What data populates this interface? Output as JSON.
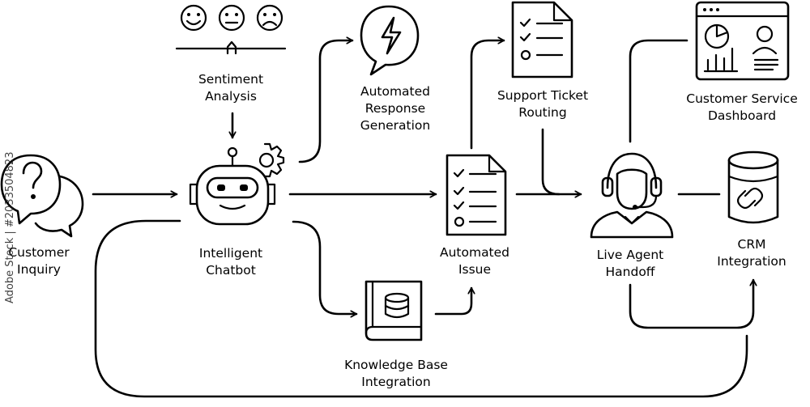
{
  "nodes": {
    "customer_inquiry": [
      "Customer",
      "Inquiry"
    ],
    "sentiment_analysis": [
      "Sentiment",
      "Analysis"
    ],
    "intelligent_chatbot": [
      "Intelligent",
      "Chatbot"
    ],
    "automated_response": [
      "Automated",
      "Response",
      "Generation"
    ],
    "automated_issue": [
      "Automated",
      "Issue"
    ],
    "knowledge_base": [
      "Knowledge Base",
      "Integration"
    ],
    "support_ticket": [
      "Support Ticket",
      "Routing"
    ],
    "live_agent": [
      "Live Agent",
      "Handoff"
    ],
    "crm_integration": [
      "CRM",
      "Integration"
    ],
    "customer_service_dashboard": [
      "Customer Service",
      "Dashboard"
    ]
  },
  "watermark": {
    "side_text": "Adobe Stock | #2033504823"
  },
  "icons": {
    "customer_inquiry": "question-chat-icon",
    "sentiment_analysis": "sentiment-faces-icon",
    "intelligent_chatbot": "robot-gear-icon",
    "automated_response": "lightning-chat-icon",
    "automated_issue": "checklist-document-icon",
    "knowledge_base": "database-book-icon",
    "support_ticket": "checklist-ticket-icon",
    "live_agent": "headset-agent-icon",
    "crm_integration": "database-link-icon",
    "customer_service_dashboard": "analytics-dashboard-icon"
  },
  "colors": {
    "line": "#000000",
    "background": "#ffffff"
  }
}
